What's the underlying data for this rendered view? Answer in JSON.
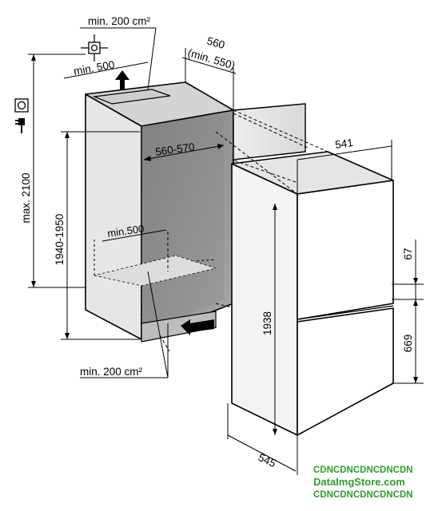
{
  "labels": {
    "top_vent_area": "min. 200 cm²",
    "top_vent_depth": "min. 500",
    "niche_depth_outer": "560",
    "niche_depth_min": "(min. 550)",
    "niche_width": "560-570",
    "max_height": "max. 2100",
    "niche_height": "1940-1950",
    "bottom_depth": "min.500",
    "bottom_vent_area": "min. 200 cm²",
    "appliance_width": "541",
    "appliance_depth": "545",
    "appliance_height": "1938",
    "gap_dim": "67",
    "lower_door_height": "669"
  },
  "watermark": {
    "line1": "CDNCDNCDNCDNCDN",
    "line2": "DataImgStore.com",
    "line3": "CDNCDNCDNCDNCDN",
    "color": "#2e9e2e"
  },
  "icons": [
    "electrical-socket-icon",
    "power-plug-icon",
    "water-connection-icon",
    "air-flow-arrow-icon"
  ]
}
